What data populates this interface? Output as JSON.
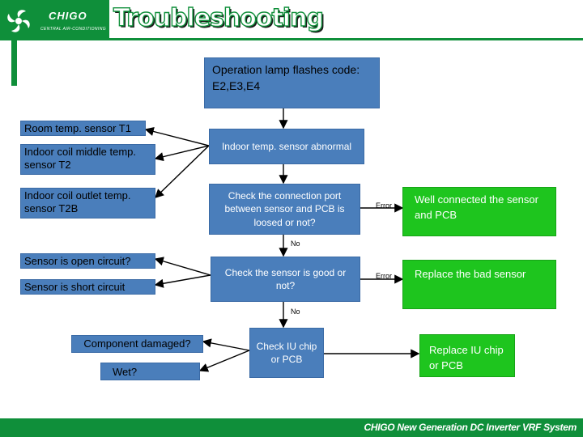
{
  "header": {
    "brand": "CHIGO",
    "tagline": "CENTRAL AIR-CONDITIONING",
    "title": "Troubleshooting"
  },
  "flow": {
    "start": "Operation lamp flashes code: E2,E3,E4",
    "step_abnormal": "Indoor temp. sensor abnormal",
    "step_connection": "Check the connection port between sensor and PCB is loosed or not?",
    "step_sensor_good": "Check the sensor is good or not?",
    "step_chip": "Check IU chip or PCB",
    "fix_connect": "Well connected the sensor and PCB",
    "fix_replace_sensor": "Replace the bad sensor",
    "fix_replace_chip": "Replace IU chip or PCB",
    "error_label_1": "Error",
    "error_label_2": "Error",
    "no_label_1": "No",
    "no_label_2": "No"
  },
  "causes": {
    "sensors": [
      "Room temp. sensor T1",
      "Indoor coil middle temp. sensor T2",
      "Indoor coil outlet temp. sensor T2B"
    ],
    "sensor_faults": [
      "Sensor is open circuit?",
      "Sensor is short circuit"
    ],
    "chip_causes": [
      "Component damaged?",
      "Wet?"
    ]
  },
  "footer": {
    "text": "CHIGO New Generation DC Inverter VRF System"
  },
  "colors": {
    "brand_green": "#0f8f3a",
    "box_blue": "#4a7ebb",
    "box_green": "#1ec51e"
  }
}
